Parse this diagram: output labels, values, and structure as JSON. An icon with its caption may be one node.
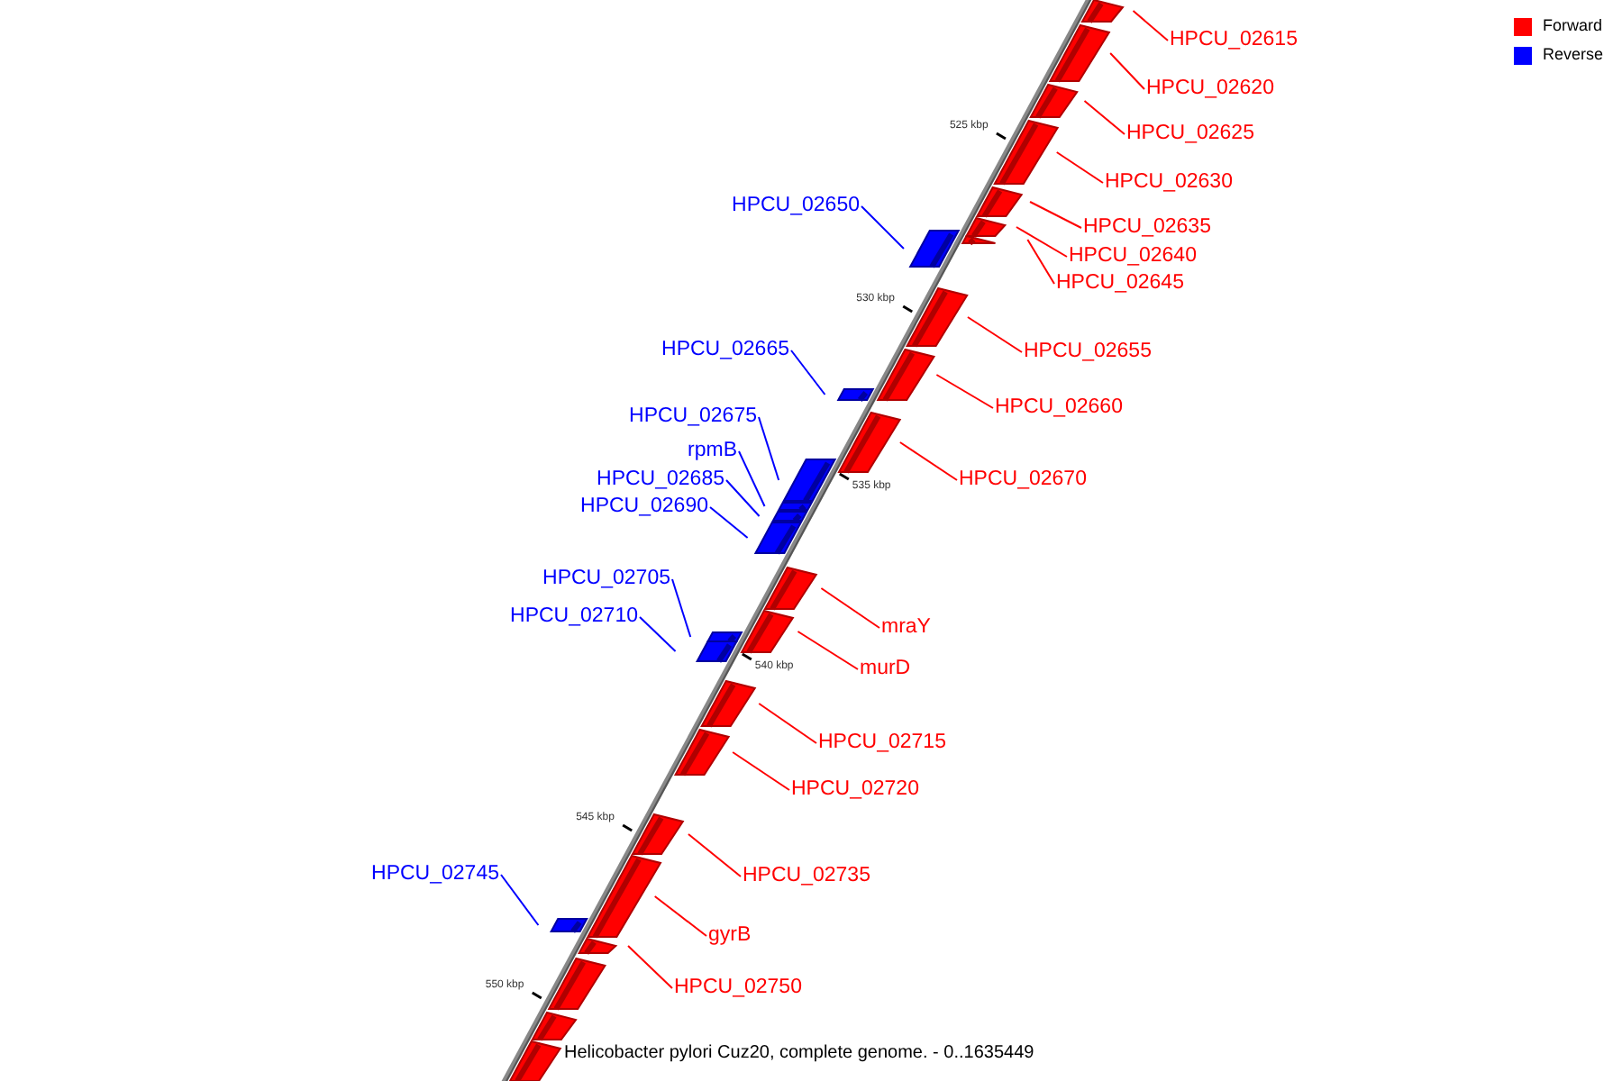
{
  "diagram": {
    "caption": "Helicobacter pylori Cuz20, complete genome. - 0..1635449",
    "nodes": [
      {
        "text": [
          "HPCU_02615"
        ]
      },
      {
        "text": [
          "HPCU_02620"
        ]
      },
      {
        "text": [
          "HPCU_02625"
        ]
      },
      {
        "text": [
          "HPCU_02630"
        ]
      },
      {
        "text": [
          "HPCU_02635"
        ]
      },
      {
        "text": [
          "HPCU_02640"
        ]
      },
      {
        "text": [
          "HPCU_02645"
        ]
      },
      {
        "text": [
          "HPCU_02650"
        ]
      },
      {
        "text": [
          "HPCU_02655"
        ]
      },
      {
        "text": [
          "HPCU_02665"
        ]
      },
      {
        "text": [
          "HPCU_02660"
        ]
      },
      {
        "text": [
          "HPCU_02675"
        ]
      },
      {
        "text": [
          "rpmB"
        ]
      },
      {
        "text": [
          "HPCU_02670"
        ]
      },
      {
        "text": [
          "HPCU_02685"
        ]
      },
      {
        "text": [
          "HPCU_02690"
        ]
      },
      {
        "text": [
          "HPCU_02705"
        ]
      },
      {
        "text": [
          "HPCU_02710"
        ]
      },
      {
        "text": [
          "mraY"
        ]
      },
      {
        "text": [
          "murD"
        ]
      },
      {
        "text": [
          "HPCU_02715"
        ]
      },
      {
        "text": [
          "HPCU_02720"
        ]
      },
      {
        "text": [
          "HPCU_02735"
        ]
      },
      {
        "text": [
          "HPCU_02745"
        ]
      },
      {
        "text": [
          "gyrB"
        ]
      },
      {
        "text": [
          "HPCU_02750"
        ]
      }
    ],
    "edges": [
      {
        "from": 0,
        "to": null,
        "arrow": "none"
      },
      {
        "from": 1,
        "to": null,
        "arrow": "none"
      },
      {
        "from": 2,
        "to": null,
        "arrow": "none"
      },
      {
        "from": 3,
        "to": null,
        "arrow": "none"
      },
      {
        "from": 4,
        "to": null,
        "arrow": "none"
      },
      {
        "from": 5,
        "to": null,
        "arrow": "none"
      },
      {
        "from": 6,
        "to": null,
        "arrow": "none"
      },
      {
        "from": 7,
        "to": null,
        "arrow": "none",
        "color": "#0000ff"
      },
      {
        "from": 8,
        "to": null,
        "arrow": "none"
      },
      {
        "from": 9,
        "to": null,
        "arrow": "none",
        "color": "#0000ff"
      },
      {
        "from": 10,
        "to": null,
        "arrow": "none"
      },
      {
        "from": 11,
        "to": null,
        "arrow": "none",
        "color": "#0000ff"
      },
      {
        "from": 12,
        "to": null,
        "arrow": "none",
        "color": "#0000ff"
      },
      {
        "from": 13,
        "to": null,
        "arrow": "none"
      },
      {
        "from": 14,
        "to": null,
        "arrow": "none",
        "color": "#0000ff"
      },
      {
        "from": 15,
        "to": null,
        "arrow": "none",
        "color": "#0000ff"
      },
      {
        "from": 16,
        "to": null,
        "arrow": "none",
        "color": "#0000ff"
      },
      {
        "from": 17,
        "to": null,
        "arrow": "none",
        "color": "#0000ff"
      },
      {
        "from": 18,
        "to": null,
        "arrow": "none"
      },
      {
        "from": 19,
        "to": null,
        "arrow": "none"
      },
      {
        "from": 20,
        "to": null,
        "arrow": "none"
      },
      {
        "from": 21,
        "to": null,
        "arrow": "none"
      },
      {
        "from": 22,
        "to": null,
        "arrow": "none"
      },
      {
        "from": 23,
        "to": null,
        "arrow": "none",
        "color": "#0000ff"
      },
      {
        "from": 24,
        "to": null,
        "arrow": "none"
      },
      {
        "from": 25,
        "to": null,
        "arrow": "none"
      }
    ],
    "labels": [
      "525 kbp",
      "530 kbp",
      "535 kbp",
      "540 kbp",
      "545 kbp",
      "550 kbp"
    ],
    "legend": [
      {
        "text": "Forward",
        "color": "#ff0000"
      },
      {
        "text": "Reverse",
        "color": "#0000ff"
      }
    ]
  }
}
